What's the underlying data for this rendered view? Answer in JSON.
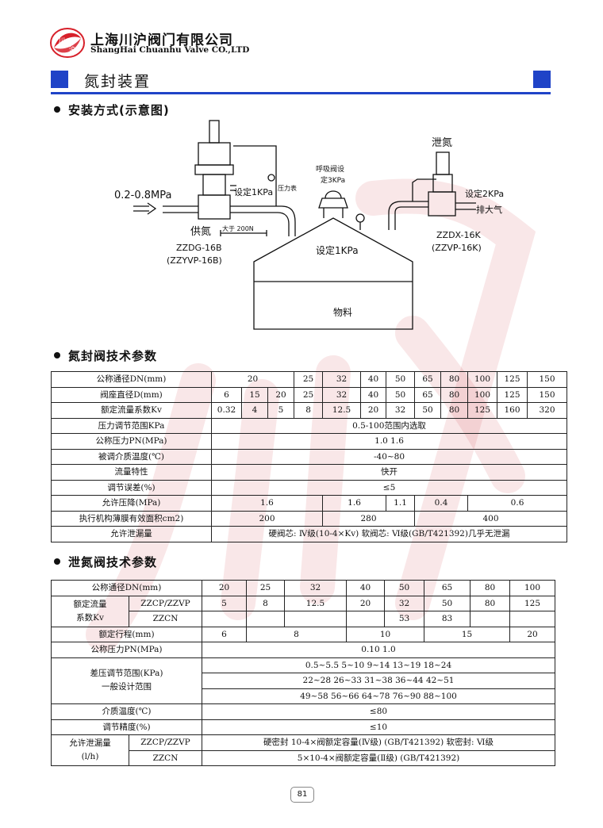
{
  "header": {
    "company_cn": "上海川沪阀门有限公司",
    "company_en": "ShangHai Chuanhu Valve CO.,LTD",
    "logo_char1": "川",
    "logo_char2": "沪"
  },
  "title": "氮封装置",
  "sections": {
    "install": "安装方式(示意图)",
    "nitrogen_valve": "氮封阀技术参数",
    "vent_valve": "泄氮阀技术参数"
  },
  "diagram": {
    "supply_pressure": "0.2-0.8MPa",
    "supply_label": "供氮",
    "left_model": "ZZDG-16B",
    "left_model_alt": "(ZZYVP-16B)",
    "left_setting": "设定1KPa",
    "pressure_gauge": "压力表",
    "distance": "大于 200N",
    "breather_label_1": "呼吸阀设",
    "breather_label_2": "定3KPa",
    "tank_setting": "设定1KPa",
    "tank_material": "物料",
    "vent_label": "泄氮",
    "right_setting": "设定2KPa",
    "exhaust": "排大气",
    "right_model": "ZZDX-16K",
    "right_model_alt": "(ZZVP-16K)"
  },
  "table1": {
    "rows": [
      [
        {
          "t": "公称通径DN(mm)"
        },
        {
          "t": "20",
          "c": 3
        },
        {
          "t": "25"
        },
        {
          "t": "32"
        },
        {
          "t": "40"
        },
        {
          "t": "50"
        },
        {
          "t": "65"
        },
        {
          "t": "80"
        },
        {
          "t": "100"
        },
        {
          "t": "125"
        },
        {
          "t": "150"
        }
      ],
      [
        {
          "t": "阀座直径D(mm)"
        },
        {
          "t": "6"
        },
        {
          "t": "15"
        },
        {
          "t": "20"
        },
        {
          "t": "25"
        },
        {
          "t": "32"
        },
        {
          "t": "40"
        },
        {
          "t": "50"
        },
        {
          "t": "65"
        },
        {
          "t": "80"
        },
        {
          "t": "100"
        },
        {
          "t": "125"
        },
        {
          "t": "150"
        }
      ],
      [
        {
          "t": "额定流量系数Kv"
        },
        {
          "t": "0.32"
        },
        {
          "t": "4"
        },
        {
          "t": "5"
        },
        {
          "t": "8"
        },
        {
          "t": "12.5"
        },
        {
          "t": "20"
        },
        {
          "t": "32"
        },
        {
          "t": "50"
        },
        {
          "t": "80"
        },
        {
          "t": "125"
        },
        {
          "t": "160"
        },
        {
          "t": "320"
        }
      ],
      [
        {
          "t": "压力调节范围KPa"
        },
        {
          "t": "0.5-100范围内选取",
          "c": 12
        }
      ],
      [
        {
          "t": "公称压力PN(MPa)"
        },
        {
          "t": "1.0 1.6",
          "c": 12
        }
      ],
      [
        {
          "t": "被调介质温度(℃)"
        },
        {
          "t": "-40~80",
          "c": 12
        }
      ],
      [
        {
          "t": "流量特性"
        },
        {
          "t": "快开",
          "c": 12
        }
      ],
      [
        {
          "t": "调节误差(%)"
        },
        {
          "t": "≤5",
          "c": 12
        }
      ],
      [
        {
          "t": "允许压降(MPa)"
        },
        {
          "t": "1.6",
          "c": 4
        },
        {
          "t": "1.6",
          "c": 2
        },
        {
          "t": "1.1"
        },
        {
          "t": "0.4",
          "c": 2
        },
        {
          "t": "0.6",
          "c": 3
        }
      ],
      [
        {
          "t": "执行机构薄膜有效面积cm2)"
        },
        {
          "t": "200",
          "c": 4
        },
        {
          "t": "280",
          "c": 3
        },
        {
          "t": "400",
          "c": 5
        }
      ],
      [
        {
          "t": "允许泄漏量"
        },
        {
          "t": "硬阀芯: Ⅳ级(10-4×Kv) 软阀芯: Ⅵ级(GB/T421392)几乎无泄漏",
          "c": 12
        }
      ]
    ]
  },
  "table2": {
    "rows": [
      [
        {
          "t": "公称通径DN(mm)",
          "c": 2
        },
        {
          "t": "20"
        },
        {
          "t": "25"
        },
        {
          "t": "32"
        },
        {
          "t": "40"
        },
        {
          "t": "50"
        },
        {
          "t": "65"
        },
        {
          "t": "80"
        },
        {
          "t": "100"
        }
      ],
      [
        {
          "t": "额定流量",
          "r": 2,
          "lines": [
            "额定流量",
            "系数Kv"
          ]
        },
        {
          "t": "ZZCP/ZZVP"
        },
        {
          "t": "5"
        },
        {
          "t": "8"
        },
        {
          "t": "12.5"
        },
        {
          "t": "20"
        },
        {
          "t": "32"
        },
        {
          "t": "50"
        },
        {
          "t": "80"
        },
        {
          "t": "125"
        }
      ],
      [
        {
          "t": "ZZCN"
        },
        {
          "t": ""
        },
        {
          "t": ""
        },
        {
          "t": ""
        },
        {
          "t": ""
        },
        {
          "t": "53"
        },
        {
          "t": "83"
        },
        {
          "t": ""
        },
        {
          "t": ""
        }
      ],
      [
        {
          "t": "额定行程(mm)",
          "c": 2
        },
        {
          "t": "6"
        },
        {
          "t": "8",
          "c": 2
        },
        {
          "t": "10",
          "c": 2
        },
        {
          "t": "15",
          "c": 2
        },
        {
          "t": "20"
        }
      ],
      [
        {
          "t": "公称压力PN(MPa)",
          "c": 2
        },
        {
          "t": "0.10 1.0",
          "c": 8
        }
      ],
      [
        {
          "t": "差压调节范围(KPa)",
          "c": 2,
          "r": 3,
          "lines": [
            "差压调节范围(KPa)",
            "一般设计范围"
          ]
        },
        {
          "t": "0.5~5.5 5~10 9~14 13~19 18~24",
          "c": 8
        }
      ],
      [
        {
          "t": "22~28 26~33 31~38 36~44 42~51",
          "c": 8
        }
      ],
      [
        {
          "t": "49~58 56~66 64~78 76~90 88~100",
          "c": 8
        }
      ],
      [
        {
          "t": "介质温度(℃)",
          "c": 2
        },
        {
          "t": "≤80",
          "c": 8
        }
      ],
      [
        {
          "t": "调节精度(%)",
          "c": 2
        },
        {
          "t": "≤10",
          "c": 8
        }
      ],
      [
        {
          "t": "允许泄漏量",
          "r": 2,
          "lines": [
            "允许泄漏量",
            "(l/h)"
          ]
        },
        {
          "t": "ZZCP/ZZVP"
        },
        {
          "t": "硬密封 10-4×阀额定容量(Ⅳ级) (GB/T421392) 软密封: Ⅵ级",
          "c": 8
        }
      ],
      [
        {
          "t": "ZZCN"
        },
        {
          "t": "5×10-4×阀额定容量(Ⅱ级) (GB/T421392)",
          "c": 8
        }
      ]
    ]
  },
  "page_number": "81",
  "colors": {
    "accent": "#1f43c7",
    "logo": "#d7202a",
    "watermark": "#c9212a"
  }
}
